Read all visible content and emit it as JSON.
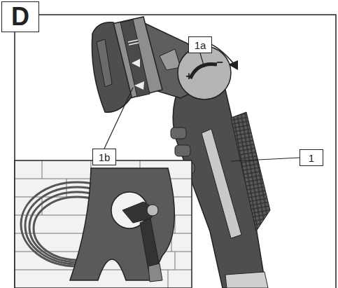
{
  "diagram": {
    "title": "D",
    "labels": [
      "1a",
      "1b",
      "1",
      "+",
      "−"
    ]
  }
}
